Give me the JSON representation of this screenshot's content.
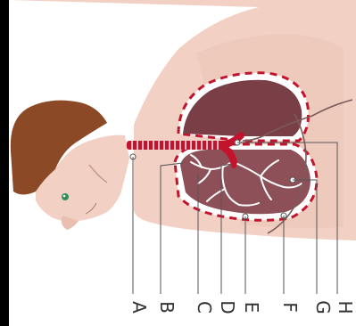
{
  "diagram": {
    "labels": [
      "A",
      "B",
      "C",
      "D",
      "E",
      "F",
      "G",
      "H"
    ],
    "colors": {
      "skin": "#f2d0c4",
      "skin_shade": "#e8bfb1",
      "lung_dark": "#7a3f46",
      "lung_light": "#8e5058",
      "trachea": "#c3142d",
      "pleura_dash": "#c3142d",
      "hair": "#8b4a25",
      "eye": "#2f8f5a",
      "leader": "#555555",
      "label": "#333333"
    }
  }
}
